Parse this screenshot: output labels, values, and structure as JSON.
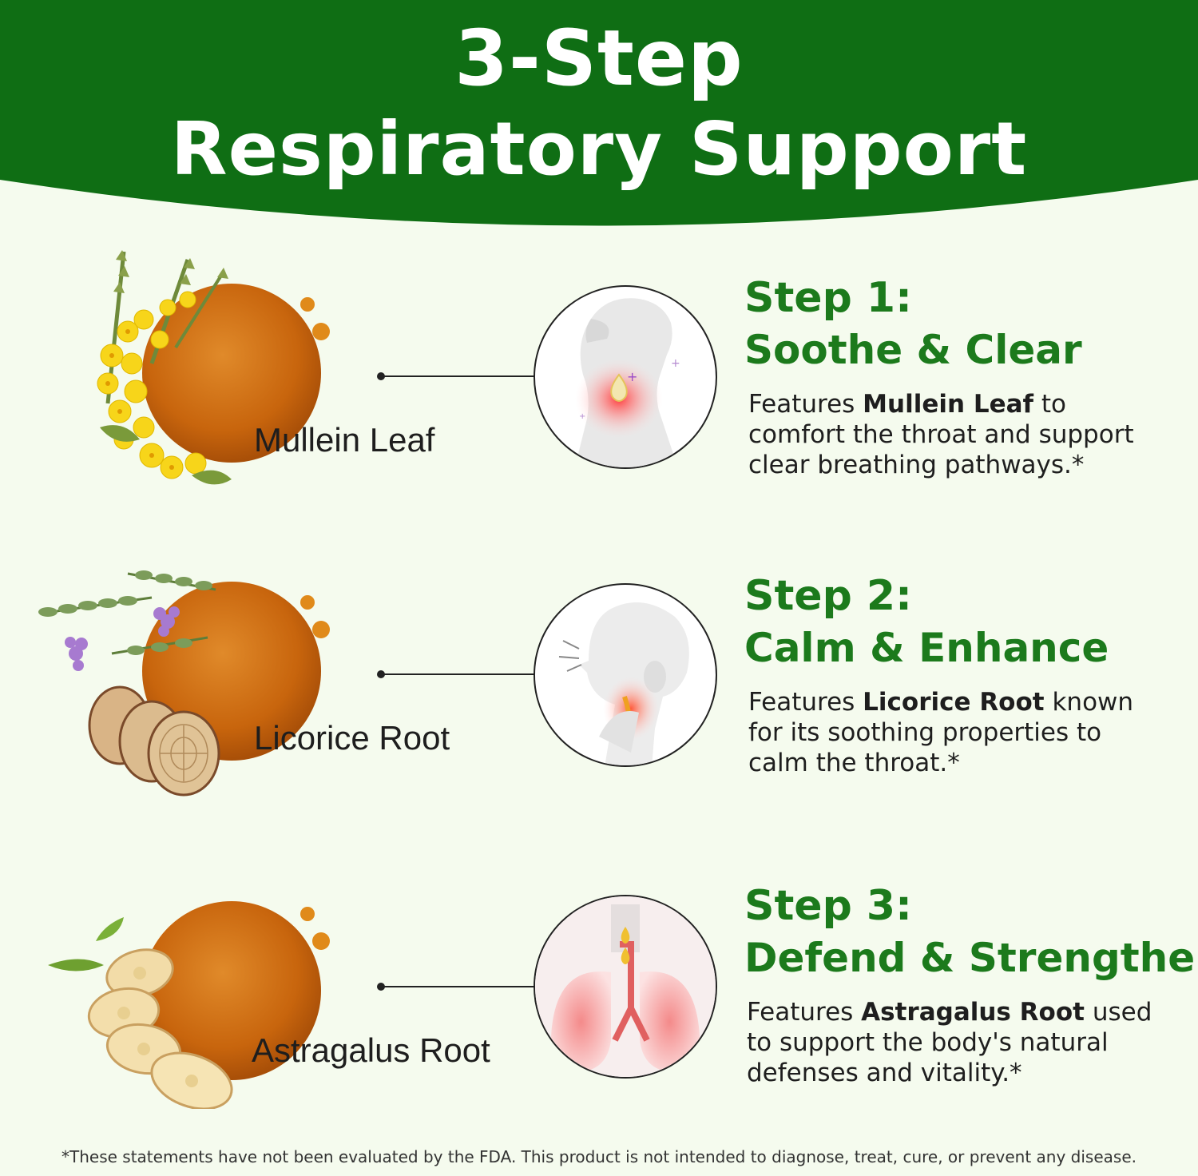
{
  "header": {
    "title_line1": "3-Step",
    "title_line2": "Respiratory Support"
  },
  "colors": {
    "header_green": "#0f6e14",
    "step_green": "#1c7a1c",
    "background": "#f5fbee",
    "amber": "#c8650d"
  },
  "steps": [
    {
      "ingredient_label": "Mullein Leaf",
      "illustration_icon": "throat-soothe-illustration",
      "step_number": "Step 1:",
      "step_title": "Soothe & Clear",
      "desc_prefix": "Features ",
      "desc_bold": "Mullein Leaf",
      "desc_suffix": " to comfort the throat and support clear breathing pathways.*"
    },
    {
      "ingredient_label": "Licorice Root",
      "illustration_icon": "throat-calm-illustration",
      "step_number": "Step 2:",
      "step_title": "Calm & Enhance",
      "desc_prefix": "Features ",
      "desc_bold": "Licorice Root",
      "desc_suffix": " known for its soothing properties to calm the throat.*"
    },
    {
      "ingredient_label": "Astragalus Root",
      "illustration_icon": "lungs-illustration",
      "step_number": "Step 3:",
      "step_title": "Defend & Strengthen",
      "desc_prefix": "Features ",
      "desc_bold": "Astragalus Root",
      "desc_suffix": " used to support the body's natural defenses and vitality.*"
    }
  ],
  "footer": {
    "disclaimer": "*These statements have not been evaluated by the FDA. This product is not intended to  diagnose, treat, cure, or prevent any disease."
  }
}
